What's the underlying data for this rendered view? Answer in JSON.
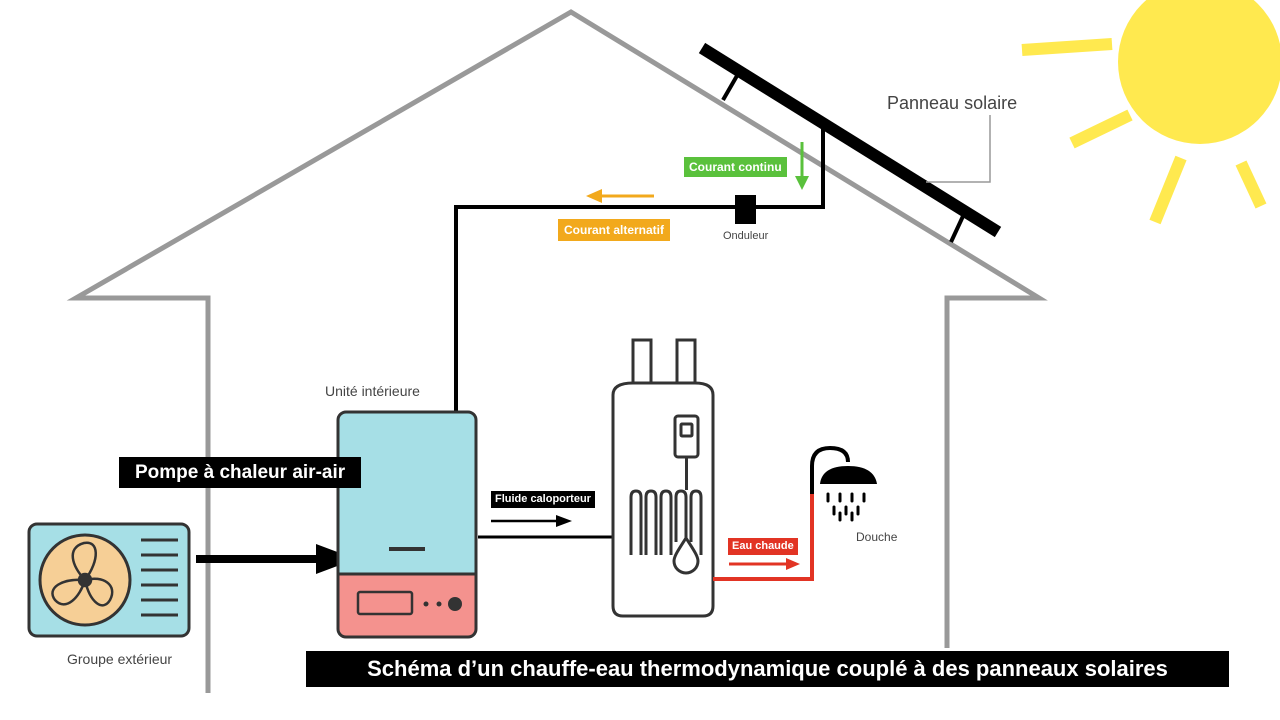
{
  "labels": {
    "solar_panel": "Panneau solaire",
    "direct_current": "Courant continu",
    "alternating_current": "Courant alternatif",
    "inverter": "Onduleur",
    "indoor_unit": "Unité intérieure",
    "heat_pump": "Pompe à chaleur air-air",
    "heat_transfer_fluid": "Fluide caloporteur",
    "hot_water": "Eau chaude",
    "shower": "Douche",
    "outdoor_unit": "Groupe extérieur"
  },
  "caption": "Schéma d’un chauffe-eau thermodynamique couplé à des panneaux solaires",
  "colors": {
    "house_outline": "#999999",
    "sun": "#ffe94f",
    "indoor_unit_top": "#a6dfe6",
    "indoor_unit_bottom": "#f4928e",
    "outdoor_unit": "#a6dfe6",
    "fan": "#f6cf96",
    "direct_current": "#5ac13c",
    "alternating_current": "#f2a91c",
    "hot_water": "#e23424"
  }
}
